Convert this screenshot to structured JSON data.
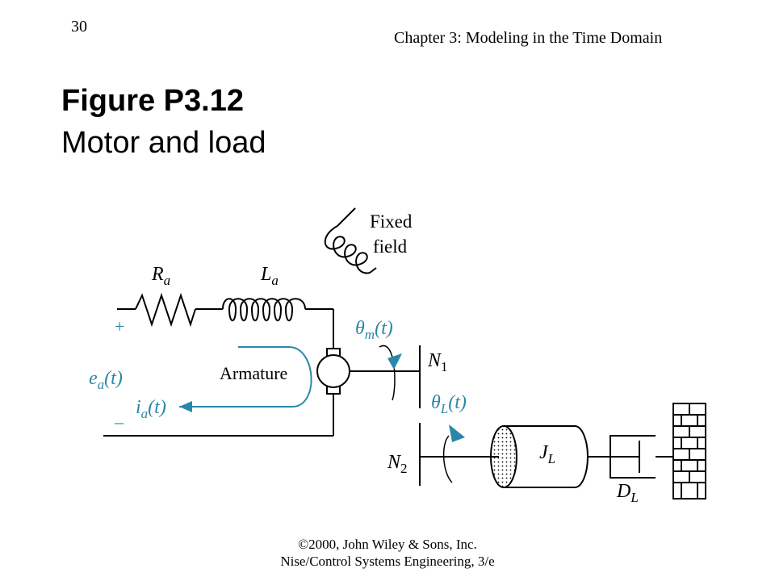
{
  "header": {
    "page_number": "30",
    "chapter": "Chapter 3: Modeling in the Time Domain"
  },
  "title": {
    "main": "Figure P3.12",
    "subtitle": "Motor and load"
  },
  "diagram": {
    "labels": {
      "fixed_field_1": "Fixed",
      "fixed_field_2": "field",
      "armature": "Armature",
      "plus": "+",
      "minus": "–"
    },
    "symbols": {
      "ra_base": "R",
      "ra_sub": "a",
      "la_base": "L",
      "la_sub": "a",
      "ea_base": "e",
      "ea_sub": "a",
      "ea_arg": "(t)",
      "ia_base": "i",
      "ia_sub": "a",
      "ia_arg": "(t)",
      "thm_base": "θ",
      "thm_sub": "m",
      "thm_arg": "(t)",
      "thl_base": "θ",
      "thl_sub": "L",
      "thl_arg": "(t)",
      "n1_base": "N",
      "n1_sub": "1",
      "n2_base": "N",
      "n2_sub": "2",
      "jl_base": "J",
      "jl_sub": "L",
      "dl_base": "D",
      "dl_sub": "L"
    },
    "colors": {
      "accent": "#2a87a8",
      "line": "#000000"
    }
  },
  "footer": {
    "line1": "©2000, John Wiley & Sons, Inc.",
    "line2": "Nise/Control Systems Engineering, 3/e"
  }
}
